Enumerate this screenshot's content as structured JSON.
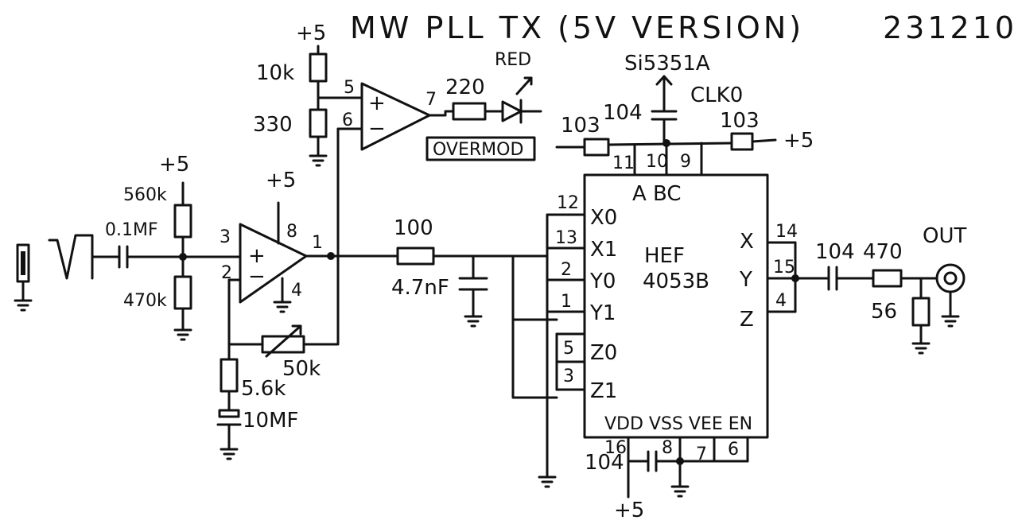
{
  "title": "MW PLL TX (5V VERSION)",
  "date": "231210",
  "supply": "+5",
  "components": {
    "r_10k": "10k",
    "r_330": "330",
    "r_220": "220",
    "led_color": "RED",
    "overmod_label": "OVERMOD",
    "clk_source": "Si5351A",
    "clk_label": "CLK0",
    "c_103_left": "103",
    "c_104_top": "104",
    "c_103_right": "103",
    "r_560k": "560k",
    "c_0_1": "0.1MF",
    "r_470k": "470k",
    "r_100": "100",
    "c_4_7n": "4.7nF",
    "pot_50k": "50k",
    "r_5_6k": "5.6k",
    "c_10mf": "10MF",
    "c_104_out": "104",
    "r_470": "470",
    "r_56": "56",
    "out_label": "OUT",
    "c_104_vdd": "104"
  },
  "chip": {
    "name_line1": "HEF",
    "name_line2": "4053B",
    "top_label": "A  BC",
    "bottom_label": "VDD VSS VEE EN",
    "left_pins": [
      {
        "name": "X0",
        "num": "12"
      },
      {
        "name": "X1",
        "num": "13"
      },
      {
        "name": "Y0",
        "num": "2"
      },
      {
        "name": "Y1",
        "num": "1"
      },
      {
        "name": "Z0",
        "num": "5"
      },
      {
        "name": "Z1",
        "num": "3"
      }
    ],
    "right_pins": [
      {
        "name": "X",
        "num": "14"
      },
      {
        "name": "Y",
        "num": "15"
      },
      {
        "name": "Z",
        "num": "4"
      }
    ],
    "top_pins": [
      "11",
      "10",
      "9"
    ],
    "bottom_pins": [
      "16",
      "8",
      "7",
      "6"
    ]
  },
  "opamp1_pins": {
    "in_plus": "5",
    "in_minus": "6",
    "out": "7"
  },
  "opamp2_pins": {
    "in_plus": "3",
    "in_minus": "2",
    "out": "1",
    "vcc": "8",
    "gnd": "4"
  },
  "opamp_signs": {
    "plus": "+",
    "minus": "−"
  }
}
